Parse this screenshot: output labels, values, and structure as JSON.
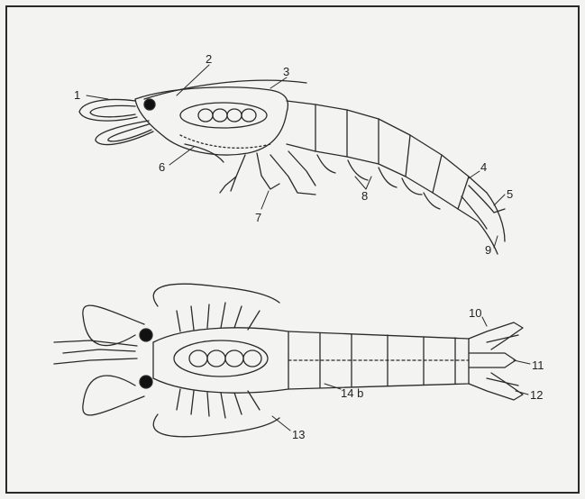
{
  "labels": {
    "l1": "1",
    "l2": "2",
    "l3": "3",
    "l4": "4",
    "l5": "5",
    "l6": "6",
    "l7": "7",
    "l8": "8",
    "l9": "9",
    "l10": "10",
    "l11": "11",
    "l12": "12",
    "l13": "13",
    "l14b": "14 b"
  },
  "colors": {
    "ink": "#2a2a2a",
    "paper": "#f3f3f1"
  }
}
